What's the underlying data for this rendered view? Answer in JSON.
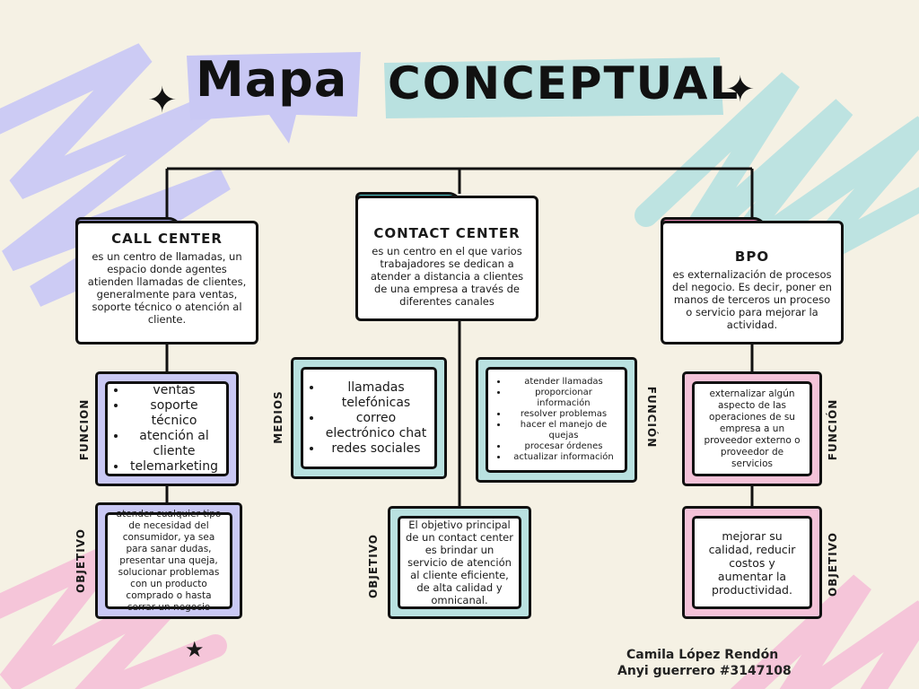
{
  "title": {
    "word1": "Mapa",
    "word2": "CONCEPTUAL"
  },
  "colors": {
    "background": "#f5f1e4",
    "purple": "#c9c8f4",
    "teal": "#b9e1e0",
    "pink": "#f4c2d8",
    "tab_purple": "#a7a8e6",
    "tab_teal": "#4fc8cb",
    "tab_pink": "#f38fbf"
  },
  "call_center": {
    "title": "CALL CENTER",
    "description": "es un centro de llamadas, un espacio donde agentes atienden llamadas de clientes, generalmente para ventas, soporte técnico o atención al cliente.",
    "funcion_label": "FUNCION",
    "funcion_items": [
      "ventas",
      "soporte técnico",
      "atención al cliente",
      "telemarketing"
    ],
    "objetivo_label": "OBJETIVO",
    "objetivo_text": "atender cualquier tipo de necesidad del consumidor, ya sea para sanar dudas, presentar una queja, solucionar problemas con un producto comprado o hasta cerrar un negocio"
  },
  "contact_center": {
    "title": "CONTACT CENTER",
    "description": "es un centro en el que varios trabajadores se dedican a atender a distancia a clientes de una empresa a través de diferentes canales",
    "medios_label": "MEDIOS",
    "medios_items": [
      "llamadas telefónicas",
      "correo electrónico chat",
      "redes sociales"
    ],
    "funcion_label": "FUNCIÓN",
    "funcion_items": [
      "atender llamadas",
      "proporcionar información",
      "resolver problemas",
      "hacer el manejo de quejas",
      "procesar órdenes",
      "actualizar información"
    ],
    "objetivo_label": "OBJETIVO",
    "objetivo_text": "El objetivo principal de un contact center es brindar un servicio de atención al cliente eficiente, de alta calidad y omnicanal."
  },
  "bpo": {
    "title": "BPO",
    "description": "es externalización de procesos del negocio. Es decir, poner en manos de terceros un proceso o servicio para mejorar la actividad.",
    "funcion_label": "FUNCIÓN",
    "funcion_text": "externalizar algún aspecto de las operaciones de su empresa a un proveedor externo o proveedor de servicios",
    "objetivo_label": "OBJETIVO",
    "objetivo_text": "mejorar su calidad, reducir costos y aumentar la productividad."
  },
  "authors": {
    "line1": "Camila López Rendón",
    "line2": "Anyi guerrero #3147108"
  },
  "icons": {
    "sparkle": "✦",
    "star": "★"
  }
}
